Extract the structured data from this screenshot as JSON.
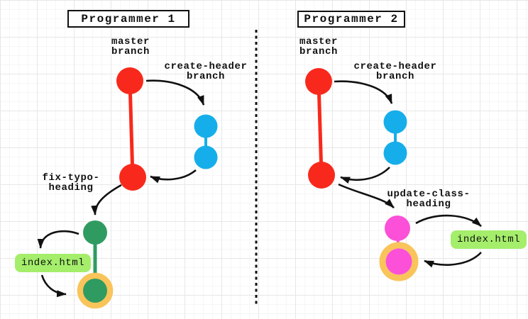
{
  "panel1": {
    "title": "Programmer 1",
    "master_label": "master\nbranch",
    "feature_label": "create-header\nbranch",
    "topic_label": "fix-typo-\nheading",
    "file_label": "index.html"
  },
  "panel2": {
    "title": "Programmer 2",
    "master_label": "master\nbranch",
    "feature_label": "create-header\nbranch",
    "topic_label": "update-class-\nheading",
    "file_label": "index.html"
  },
  "colors": {
    "master_commit": "#f8291c",
    "feature_commit": "#16aeea",
    "p1_topic_commit": "#2f9b61",
    "p2_topic_commit": "#fb50d7",
    "highlight_ring": "#f9c45a",
    "file_badge_bg": "#a4ee6b",
    "arrow": "#111111",
    "divider": "#111111"
  }
}
